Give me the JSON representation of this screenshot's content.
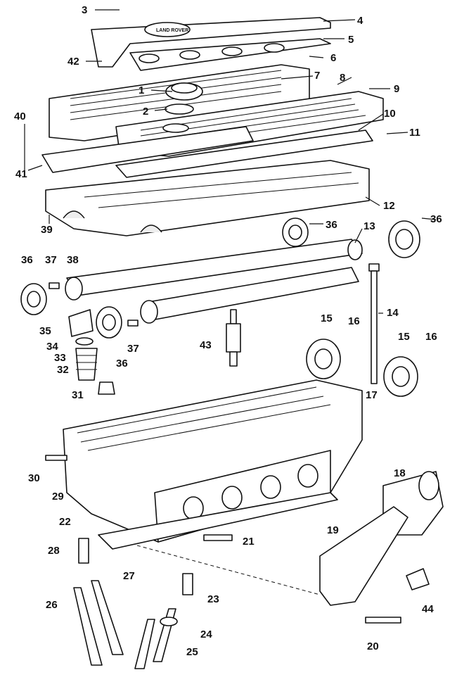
{
  "logo_text": "LAND ROVER",
  "labels": [
    {
      "id": "1",
      "text": "1"
    },
    {
      "id": "2",
      "text": "2"
    },
    {
      "id": "3",
      "text": "3"
    },
    {
      "id": "4",
      "text": "4"
    },
    {
      "id": "5",
      "text": "5"
    },
    {
      "id": "6",
      "text": "6"
    },
    {
      "id": "7",
      "text": "7"
    },
    {
      "id": "8",
      "text": "8"
    },
    {
      "id": "9",
      "text": "9"
    },
    {
      "id": "10",
      "text": "10"
    },
    {
      "id": "11",
      "text": "11"
    },
    {
      "id": "12",
      "text": "12"
    },
    {
      "id": "13",
      "text": "13"
    },
    {
      "id": "14",
      "text": "14"
    },
    {
      "id": "15a",
      "text": "15"
    },
    {
      "id": "15b",
      "text": "15"
    },
    {
      "id": "16a",
      "text": "16"
    },
    {
      "id": "16b",
      "text": "16"
    },
    {
      "id": "17",
      "text": "17"
    },
    {
      "id": "18",
      "text": "18"
    },
    {
      "id": "19",
      "text": "19"
    },
    {
      "id": "20",
      "text": "20"
    },
    {
      "id": "21",
      "text": "21"
    },
    {
      "id": "22",
      "text": "22"
    },
    {
      "id": "23",
      "text": "23"
    },
    {
      "id": "24",
      "text": "24"
    },
    {
      "id": "25",
      "text": "25"
    },
    {
      "id": "26",
      "text": "26"
    },
    {
      "id": "27",
      "text": "27"
    },
    {
      "id": "28",
      "text": "28"
    },
    {
      "id": "29",
      "text": "29"
    },
    {
      "id": "30",
      "text": "30"
    },
    {
      "id": "31",
      "text": "31"
    },
    {
      "id": "32",
      "text": "32"
    },
    {
      "id": "33",
      "text": "33"
    },
    {
      "id": "34",
      "text": "34"
    },
    {
      "id": "35",
      "text": "35"
    },
    {
      "id": "36a",
      "text": "36"
    },
    {
      "id": "36b",
      "text": "36"
    },
    {
      "id": "36c",
      "text": "36"
    },
    {
      "id": "36d",
      "text": "36"
    },
    {
      "id": "37a",
      "text": "37"
    },
    {
      "id": "37b",
      "text": "37"
    },
    {
      "id": "38",
      "text": "38"
    },
    {
      "id": "39",
      "text": "39"
    },
    {
      "id": "40",
      "text": "40"
    },
    {
      "id": "41",
      "text": "41"
    },
    {
      "id": "42",
      "text": "42"
    },
    {
      "id": "43",
      "text": "43"
    },
    {
      "id": "44",
      "text": "44"
    }
  ]
}
